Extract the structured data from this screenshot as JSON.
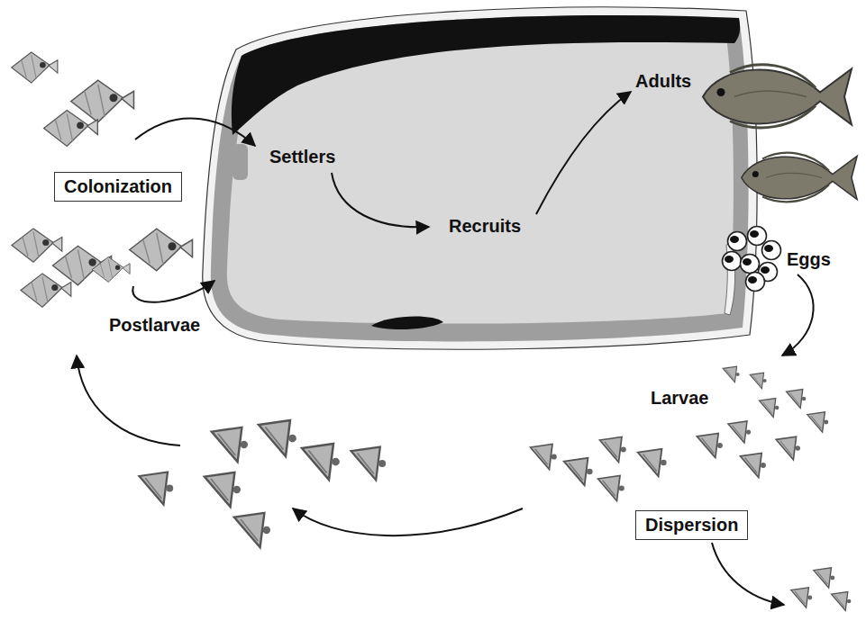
{
  "diagram": {
    "nodes": [
      {
        "text": [
          "Colonization"
        ]
      },
      {
        "text": [
          "Dispersion"
        ]
      }
    ],
    "labels": [
      "Settlers",
      "Recruits",
      "Adults",
      "Eggs",
      "Postlarvae",
      "Larvae"
    ]
  }
}
